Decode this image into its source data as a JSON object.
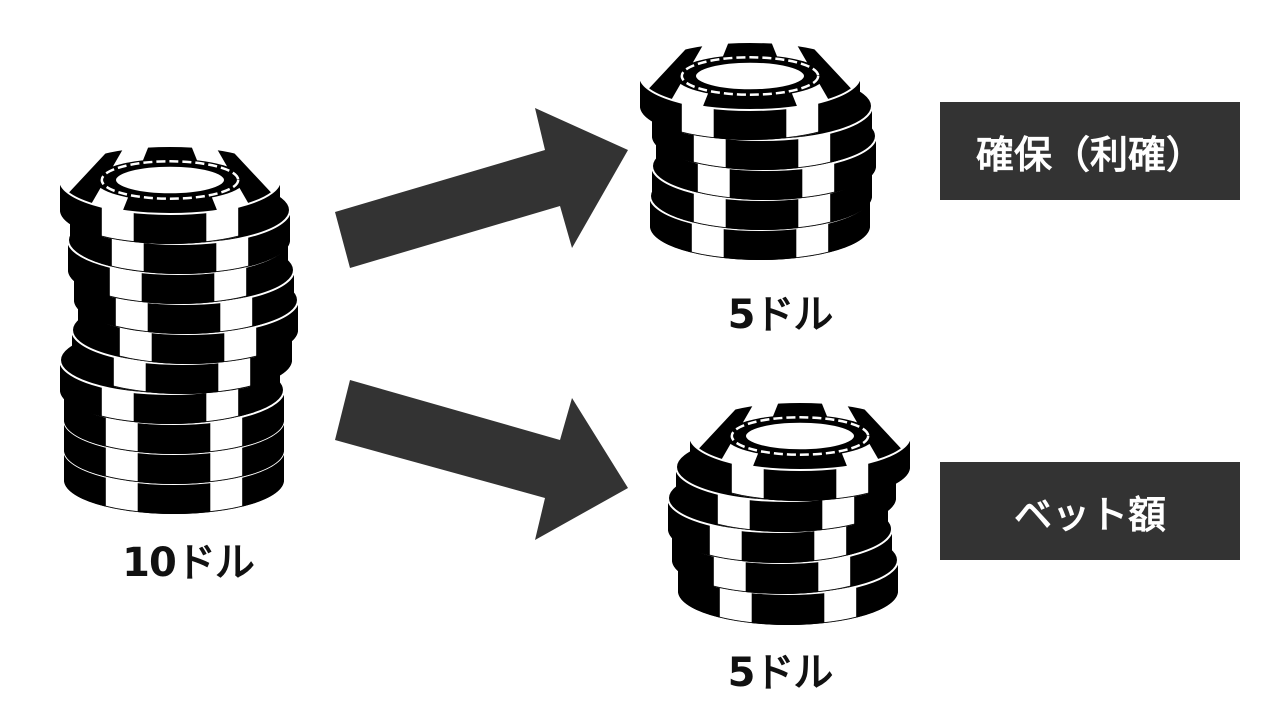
{
  "labels": {
    "total": "10ドル",
    "secured_amount": "5ドル",
    "bet_amount": "5ドル"
  },
  "tags": {
    "secured": "確保（利確）",
    "bet": "ベット額"
  },
  "stacks": {
    "total_chip_count": 10,
    "secured_chip_count": 5,
    "bet_chip_count": 5
  },
  "colors": {
    "chip": "#000000",
    "arrow": "#333333",
    "tag_bg": "#333333"
  }
}
